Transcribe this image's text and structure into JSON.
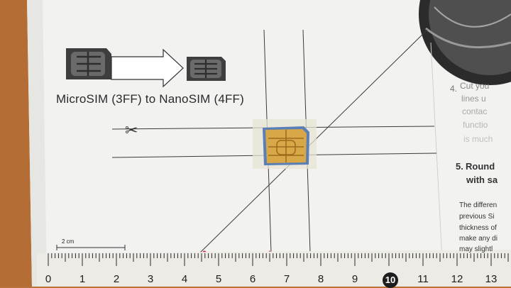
{
  "diagram_title": "MicroSIM (3FF) to NanoSIM (4FF)",
  "scale_bar_label": "2 cm",
  "scissors_symbol": "✂",
  "instructions": {
    "step4_number": "4.",
    "step4_lines": [
      "Cut you",
      "lines u",
      "contac",
      "functio",
      "is much"
    ],
    "step5_number": "5.",
    "step5_lines": [
      "Round",
      "with sa"
    ],
    "note_lines": [
      "The differen",
      "previous Si",
      "thickness of",
      "make any di",
      "may slightl"
    ]
  },
  "ruler": {
    "numbers": [
      "0",
      "1",
      "2",
      "3",
      "4",
      "5",
      "6",
      "7",
      "8",
      "9",
      "10",
      "11",
      "12",
      "13"
    ],
    "highlighted": "10"
  },
  "colors": {
    "paper": "#f3f3f1",
    "desk": "#b8733a",
    "ruler": "#ecebe6",
    "chip_gold": "#d8a848",
    "sim_dark": "#3c3c3c"
  }
}
